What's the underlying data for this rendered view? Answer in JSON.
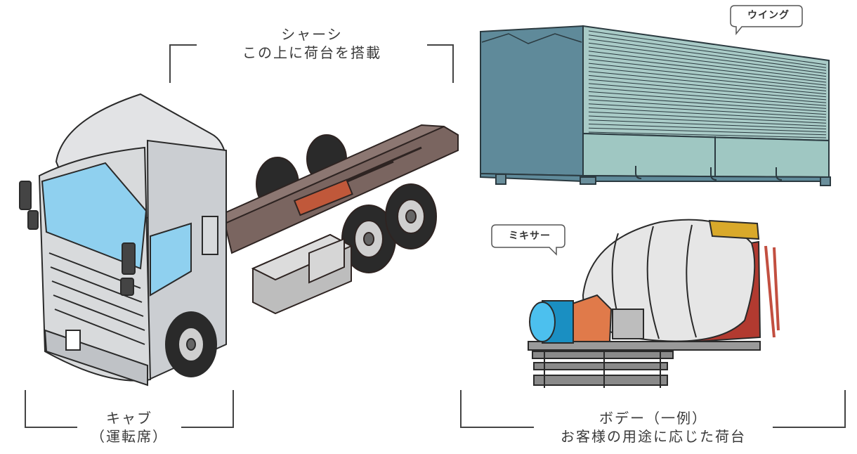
{
  "chassis": {
    "line1": "シャーシ",
    "line2": "この上に荷台を搭載"
  },
  "cab": {
    "line1": "キャブ",
    "line2": "（運転席）"
  },
  "body_section": {
    "line1": "ボデー（一例）",
    "line2": "お客様の用途に応じた荷台"
  },
  "wing_label": "ウイング",
  "mixer_label": "ミキサー",
  "colors": {
    "cab": "#d8dadc",
    "windshield": "#8fd0ef",
    "frame": "#6e5a55",
    "wing_box": "#5f8a9a",
    "wing_panel": "#9fc7c2",
    "mixer_drum": "#e6e6e6",
    "mixer_frame": "#b23a30",
    "mixer_tank": "#1ea0d8",
    "mixer_motor": "#e07a4a"
  }
}
